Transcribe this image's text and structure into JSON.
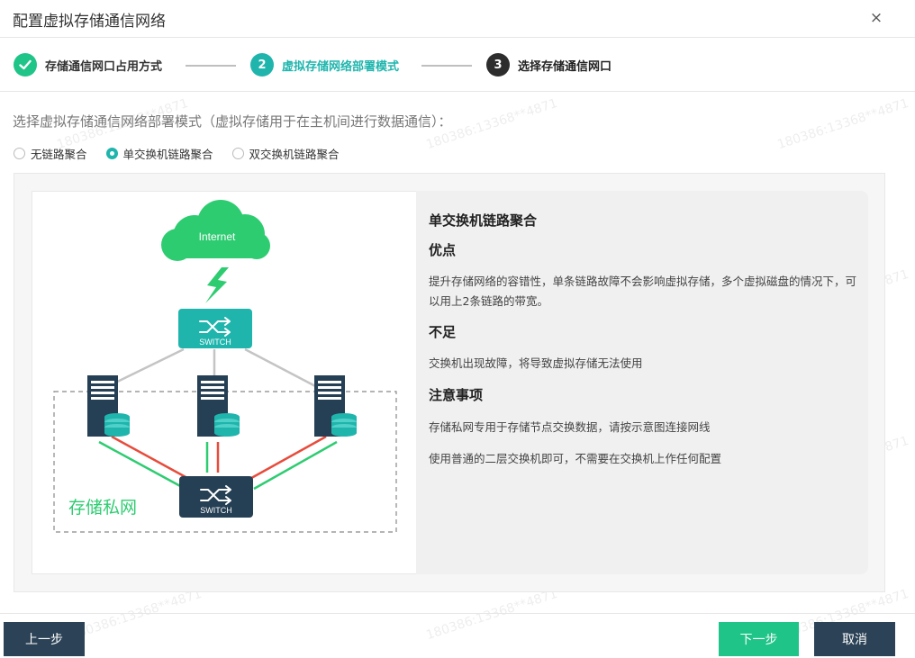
{
  "dialog": {
    "title": "配置虚拟存储通信网络",
    "close_label": "×"
  },
  "steps": [
    {
      "number": "",
      "label": "存储通信网口占用方式",
      "state": "done"
    },
    {
      "number": "2",
      "label": "虚拟存储网络部署模式",
      "state": "active"
    },
    {
      "number": "3",
      "label": "选择存储通信网口",
      "state": "pending"
    }
  ],
  "colors": {
    "accent": "#1fb5ad",
    "done": "#1fc488",
    "pending": "#333333",
    "primary": "#1fc488",
    "dark": "#2c4357"
  },
  "section": {
    "title": "选择虚拟存储通信网络部署模式（虚拟存储用于在主机间进行数据通信）："
  },
  "radios": [
    {
      "label": "无链路聚合",
      "checked": false
    },
    {
      "label": "单交换机链路聚合",
      "checked": true
    },
    {
      "label": "双交换机链路聚合",
      "checked": false
    }
  ],
  "diagram": {
    "cloud_label": "Internet",
    "switch_top_label": "SWITCH",
    "switch_bottom_label": "SWITCH",
    "private_net_label": "存储私网"
  },
  "info": {
    "heading": "单交换机链路聚合",
    "pros_title": "优点",
    "pros_text": "提升存储网络的容错性，单条链路故障不会影响虚拟存储，多个虚拟磁盘的情况下，可以用上2条链路的带宽。",
    "cons_title": "不足",
    "cons_text": "交换机出现故障，将导致虚拟存储无法使用",
    "notes_title": "注意事项",
    "note1": "存储私网专用于存储节点交换数据，请按示意图连接网线",
    "note2": "使用普通的二层交换机即可，不需要在交换机上作任何配置"
  },
  "footer": {
    "prev_label": "上一步",
    "next_label": "下一步",
    "cancel_label": "取消"
  },
  "watermark": "180386:13368**4871"
}
